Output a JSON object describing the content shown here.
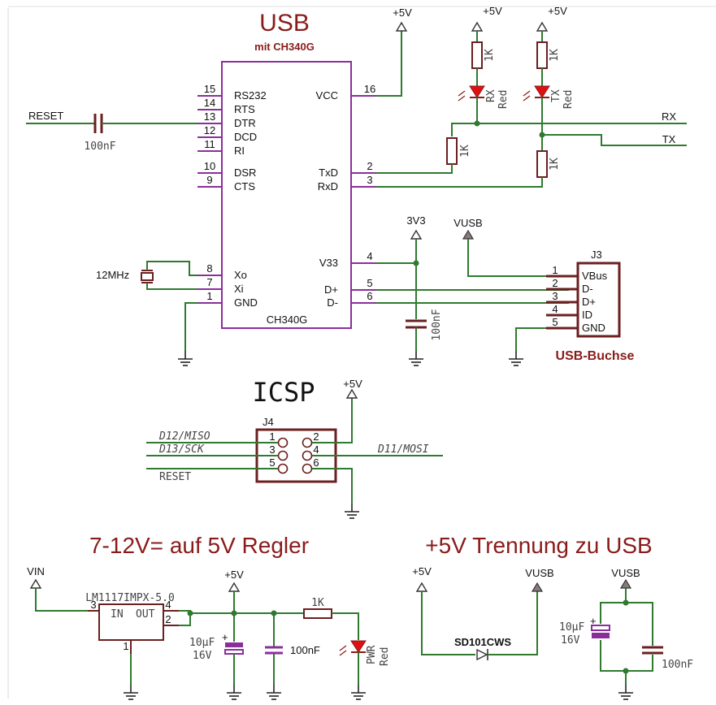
{
  "titles": {
    "usb": "USB",
    "usb_sub": "mit CH340G",
    "icsp": "ICSP",
    "regler": "7-12V=  auf 5V Regler",
    "trennung": "+5V Trennung zu USB",
    "usb_buchse": "USB-Buchse"
  },
  "ic": {
    "name": "CH340G",
    "left_pins": [
      {
        "num": "15",
        "label": "RS232"
      },
      {
        "num": "14",
        "label": "RTS"
      },
      {
        "num": "13",
        "label": "DTR"
      },
      {
        "num": "12",
        "label": "DCD"
      },
      {
        "num": "11",
        "label": "RI"
      },
      {
        "num": "10",
        "label": "DSR"
      },
      {
        "num": "9",
        "label": "CTS"
      },
      {
        "num": "8",
        "label": "Xo"
      },
      {
        "num": "7",
        "label": "Xi"
      },
      {
        "num": "1",
        "label": "GND"
      }
    ],
    "right_pins": [
      {
        "num": "16",
        "label": "VCC"
      },
      {
        "num": "2",
        "label": "TxD"
      },
      {
        "num": "3",
        "label": "RxD"
      },
      {
        "num": "4",
        "label": "V33"
      },
      {
        "num": "5",
        "label": "D+"
      },
      {
        "num": "6",
        "label": "D-"
      }
    ]
  },
  "nets": {
    "p5v": "+5V",
    "v3v3": "3V3",
    "vusb": "VUSB",
    "vin": "VIN",
    "reset": "RESET",
    "rx": "RX",
    "tx": "TX",
    "miso": "D12/MISO",
    "sck": "D13/SCK",
    "mosi": "D11/MOSI",
    "reset2": "RESET"
  },
  "parts": {
    "cap_reset": "100nF",
    "crystal": "12MHz",
    "r_rx_led": "1K",
    "r_tx_led": "1K",
    "led_rx": "RX",
    "led_rx_color": "Red",
    "led_tx": "TX",
    "led_tx_color": "Red",
    "r_rx": "1K",
    "r_tx": "1K",
    "cap_v33": "100nF",
    "regulator": "LM1117IMPX-5.0",
    "reg_in": "IN",
    "reg_out": "OUT",
    "reg_pin1": "1",
    "reg_pin2": "2",
    "reg_pin3": "3",
    "reg_pin4": "4",
    "c_10u": "10µF",
    "c_10u_v": "16V",
    "c_100n": "100nF",
    "r_pwr": "1K",
    "led_pwr": "PWR",
    "led_pwr_color": "Red",
    "diode": "SD101CWS",
    "c_10u_b": "10µF",
    "c_10u_b_v": "16V",
    "c_100n_b": "100nF"
  },
  "j3": {
    "name": "J3",
    "pins": [
      {
        "num": "1",
        "label": "VBus"
      },
      {
        "num": "2",
        "label": "D-"
      },
      {
        "num": "3",
        "label": "D+"
      },
      {
        "num": "4",
        "label": "ID"
      },
      {
        "num": "5",
        "label": "GND"
      }
    ]
  },
  "j4": {
    "name": "J4",
    "pins": [
      "1",
      "2",
      "3",
      "4",
      "5",
      "6"
    ]
  }
}
